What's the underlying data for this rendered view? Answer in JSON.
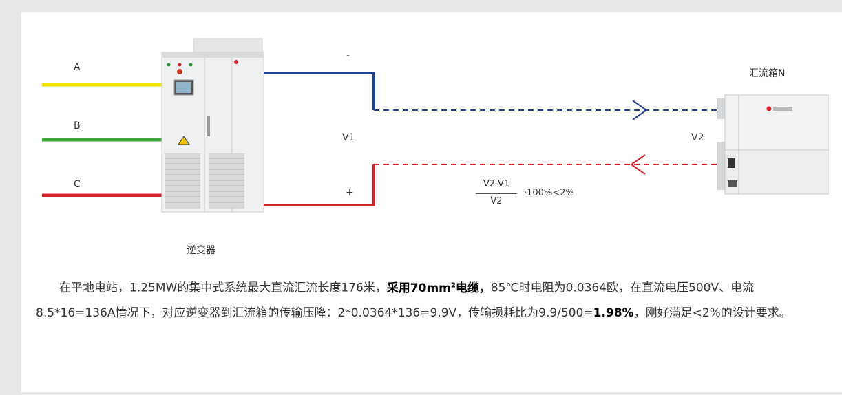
{
  "phases": {
    "a": "A",
    "b": "B",
    "c": "C"
  },
  "terminals": {
    "minus": "-",
    "plus": "+"
  },
  "voltages": {
    "v1": "V1",
    "v2": "V2"
  },
  "combiner_label": "汇流箱N",
  "inverter_label": "逆变器",
  "formula": {
    "numerator": "V2-V1",
    "denominator": "V2",
    "tail": "·100%<2%"
  },
  "paragraph": {
    "p1": "在平地电站，1.25MW的集中式系统最大直流汇流长度176米，",
    "b1": "采用70mm",
    "sup": "2",
    "b1b": "电缆",
    "b1c": "，",
    "p2": "85℃时电阻为0.0364欧，在直流电压500V、电流8.5*16=136A情况下，对应逆变器到汇流箱的传输压降：2*0.0364*136=9.9V，传输损耗比为9.9/500=",
    "b2": "1.98%",
    "p3": "，刚好满足<2%的设计要求。"
  },
  "colors": {
    "phase_a": "#f5e100",
    "phase_b": "#3aa835",
    "phase_c": "#d8222a",
    "negative": "#1f3f8f",
    "positive": "#d8222a"
  }
}
